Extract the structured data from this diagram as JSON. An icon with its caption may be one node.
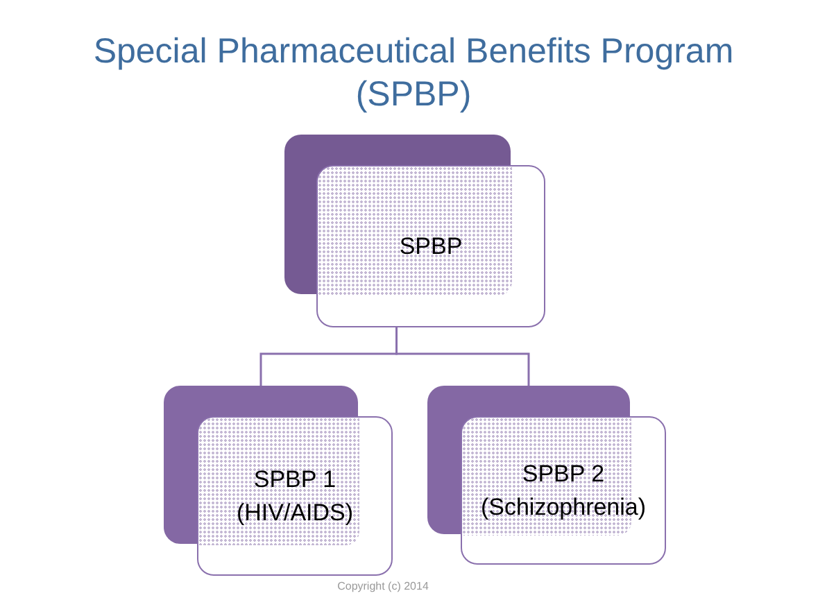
{
  "diagram": {
    "title": "Special Pharmaceutical Benefits Program (SPBP)",
    "nodes": [
      {
        "text": [
          "SPBP"
        ]
      },
      {
        "text": [
          "SPBP 1 (HIV/AIDS)"
        ]
      },
      {
        "text": [
          "SPBP 2 (Schizophrenia)"
        ]
      }
    ],
    "edges": [
      {
        "from": 0,
        "to": 1,
        "arrow": "none"
      },
      {
        "from": 0,
        "to": 2,
        "arrow": "none"
      }
    ],
    "labels": [
      "Copyright (c) 2014"
    ]
  }
}
